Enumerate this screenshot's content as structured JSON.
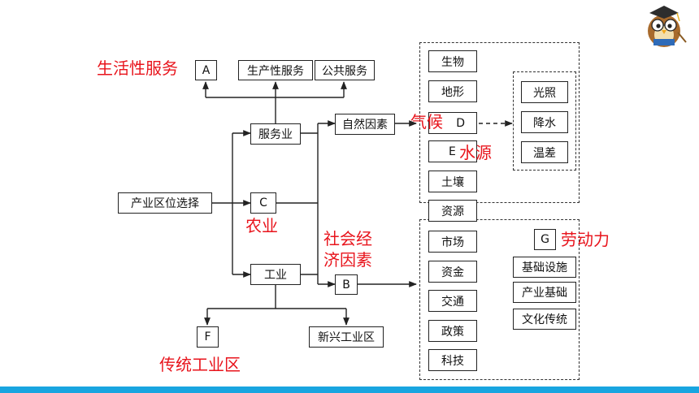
{
  "boxes": {
    "a": "A",
    "production_service": "生产性服务",
    "public_service": "公共服务",
    "service_industry": "服务业",
    "natural_factors": "自然因素",
    "location_choice": "产业区位选择",
    "c": "C",
    "industry": "工业",
    "b": "B",
    "f": "F",
    "new_industrial_zone": "新兴工业区",
    "biology": "生物",
    "landform": "地形",
    "d": "D",
    "e": "E",
    "soil": "土壤",
    "resources": "资源",
    "market": "市场",
    "capital": "资金",
    "transport": "交通",
    "policy": "政策",
    "technology": "科技",
    "sunlight": "光照",
    "precipitation": "降水",
    "temp_range": "温差",
    "g": "G",
    "infrastructure": "基础设施",
    "industrial_base": "产业基础",
    "cultural_tradition": "文化传统"
  },
  "answers": {
    "living_service": "生活性服务",
    "climate": "气候",
    "water": "水源",
    "agriculture": "农业",
    "socio_economic_line1": "社会经",
    "socio_economic_line2": "济因素",
    "labor": "劳动力",
    "traditional_industrial_zone": "传统工业区"
  },
  "colors": {
    "answer_text": "#e8141c",
    "bottom_bar": "#18a5e0"
  }
}
